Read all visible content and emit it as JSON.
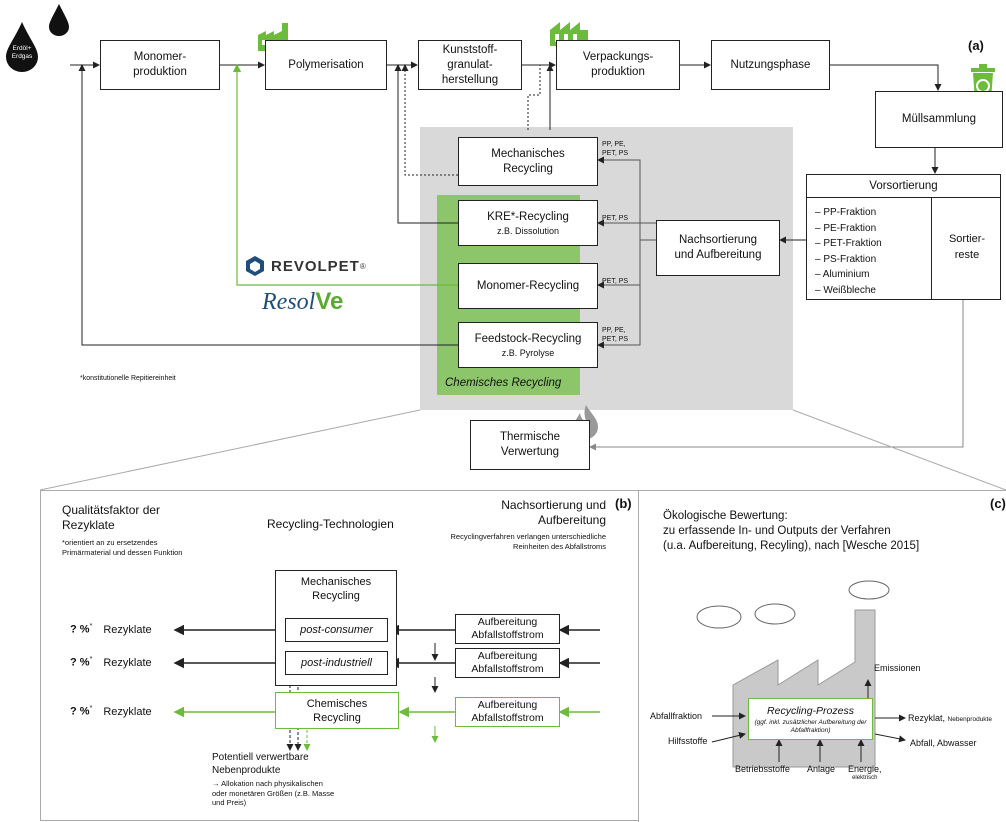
{
  "panel_a": {
    "label": "(a)",
    "fuel_label_line1": "Erdöl+",
    "fuel_label_line2": "Erdgas",
    "monomer": "Monomer-produktion",
    "polymerisation": "Polymerisation",
    "granulate": "Kunststoff-granulat-herstellung",
    "packaging": "Verpackungs-produktion",
    "use": "Nutzungsphase",
    "waste": "Müllsammlung",
    "presort_title": "Vorsortierung",
    "fractions": [
      "– PP-Fraktion",
      "– PE-Fraktion",
      "– PET-Fraktion",
      "– PS-Fraktion",
      "– Aluminium",
      "– Weißbleche"
    ],
    "residues": "Sortier-reste",
    "postsort": "Nachsortierung und Aufbereitung",
    "mech": "Mechanisches Recycling",
    "kre": "KRE*-Recycling",
    "kre_sub": "z.B. Dissolution",
    "monomer_rec": "Monomer-Recycling",
    "feedstock": "Feedstock-Recycling",
    "feedstock_sub": "z.B. Pyrolyse",
    "chem_label": "Chemisches Recycling",
    "thermal": "Thermische Verwertung",
    "footnote": "*konstitutionelle Repitiereinheit",
    "flow_pp_pe": "PP, PE,",
    "flow_pet_ps": "PET, PS",
    "flow_pet_ps2": "PET, PS",
    "flow_pet_ps3": "PET, PS",
    "flow_pp_pe2": "PP, PE,",
    "flow_pet_ps4": "PET, PS",
    "brand1": "REVOLPET",
    "brand1_reg": "®",
    "brand2a": "Resol",
    "brand2b": "Ve"
  },
  "panel_b": {
    "label": "(b)",
    "quality_title": "Qualitätsfaktor der Rezyklate",
    "quality_note": "*orientiert an zu ersetzendes Primärmaterial und dessen Funktion",
    "tech_title": "Recycling-Technologien",
    "prep_title": "Nachsortierung und Aufbereitung",
    "prep_note": "Recyclingverfahren verlangen unterschiedliche Reinheiten des Abfallstroms",
    "pct": "? %",
    "pct_star": "*",
    "rezyklate": "Rezyklate",
    "mech": "Mechanisches Recycling",
    "post_consumer": "post-consumer",
    "post_industriell": "post-industriell",
    "chem": "Chemisches Recycling",
    "prep_box": "Aufbereitung Abfallstoffstrom",
    "byproducts": "Potentiell verwertbare Nebenprodukte",
    "allocation": "→  Allokation nach physikalischen oder monetären Größen (z.B. Masse und Preis)"
  },
  "panel_c": {
    "label": "(c)",
    "title_line1": "Ökologische Bewertung:",
    "title_line2": "zu erfassende In- und Outputs der Verfahren",
    "title_line3": "(u.a. Aufbereitung, Recyling), nach [Wesche 2015]",
    "process": "Recycling-Prozess",
    "process_sub": "(ggf. inkl. zusätzlicher Aufbereitung der Abfallfraktion)",
    "emissions": "Emissionen",
    "in_waste": "Abfallfraktion",
    "in_aux": "Hilfsstoffe",
    "in_operating": "Betriebsstoffe",
    "plant": "Anlage",
    "energy": "Energie,",
    "energy_sub": "elektrisch",
    "out_rezyklat": "Rezyklat,",
    "out_byproducts": "Nebenprodukte",
    "out_waste": "Abfall, Abwasser"
  },
  "colors": {
    "green": "#6cbb3c",
    "green_fill": "#8cc56a",
    "gray_zone": "#d9d9d9",
    "factory_gray": "#c9c9c9",
    "revolpet_blue": "#1f4e79",
    "resolve_green": "#5aaa32"
  }
}
